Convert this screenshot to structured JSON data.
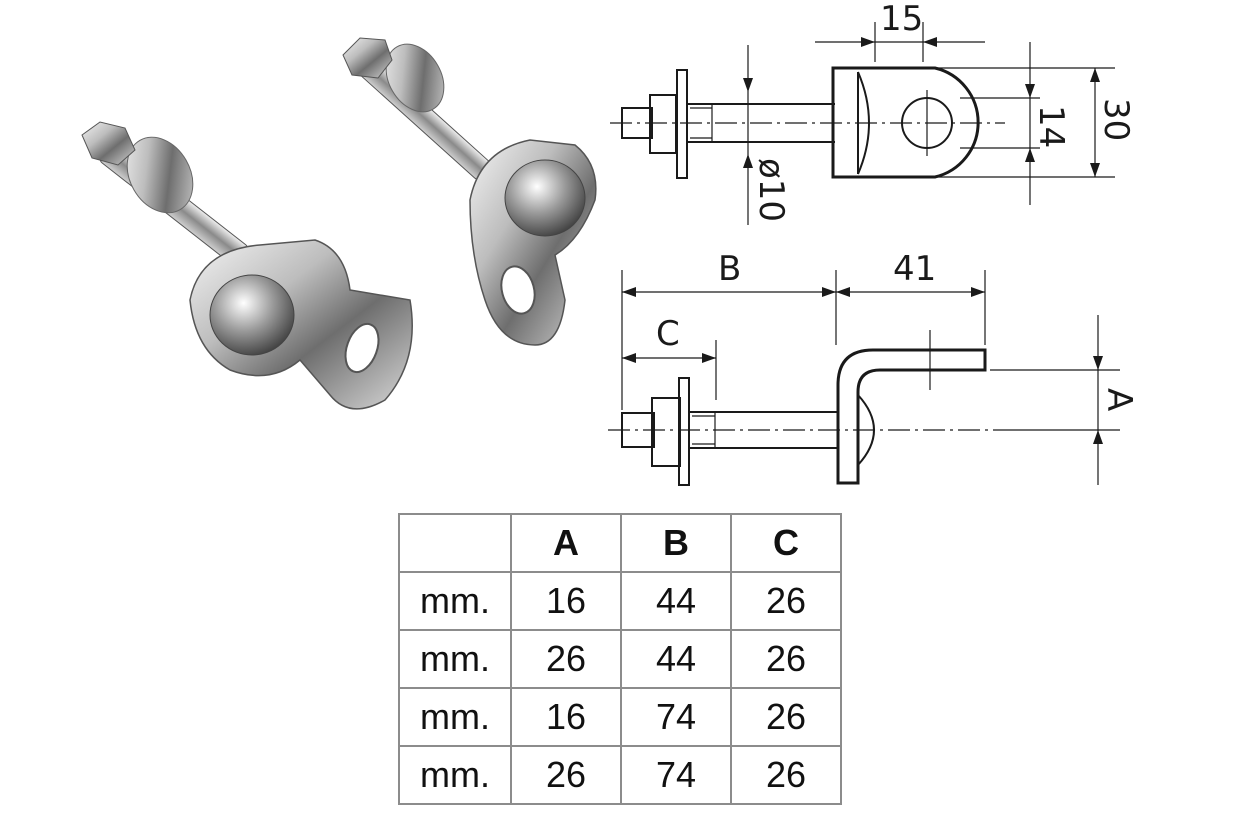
{
  "drawing": {
    "top_view": {
      "dim_width": "15",
      "dim_hole": "14",
      "dim_height": "30",
      "dim_diameter": "ø10"
    },
    "side_view": {
      "dim_b": "B",
      "dim_41": "41",
      "dim_c": "C",
      "dim_a": "A"
    }
  },
  "table": {
    "headers": [
      "",
      "A",
      "B",
      "C"
    ],
    "rows": [
      [
        "mm.",
        "16",
        "44",
        "26"
      ],
      [
        "mm.",
        "26",
        "44",
        "26"
      ],
      [
        "mm.",
        "16",
        "74",
        "26"
      ],
      [
        "mm.",
        "26",
        "74",
        "26"
      ]
    ]
  },
  "colors": {
    "metal_light": "#e8e8e8",
    "metal_dark": "#5a5a5a",
    "line": "#1a1a1a",
    "table_border": "#8c8c8c"
  }
}
